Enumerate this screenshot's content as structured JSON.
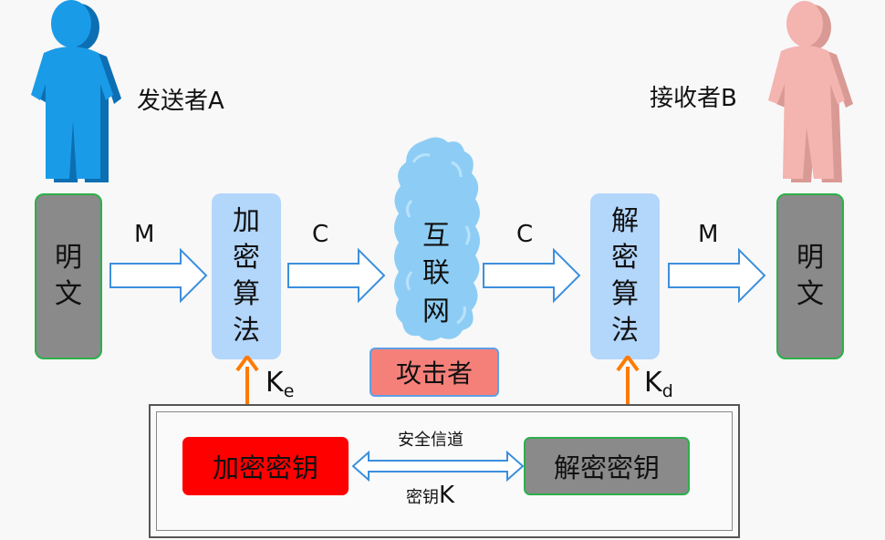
{
  "sender": {
    "label": "发送者A",
    "color": "#1a9be8"
  },
  "receiver": {
    "label": "接收者B",
    "color": "#f4b4b0"
  },
  "plaintext_left": "明文",
  "plaintext_right": "明文",
  "encrypt_algo": "加密算法",
  "decrypt_algo": "解密算法",
  "internet": "互联网",
  "attacker": "攻击者",
  "arrows": {
    "m_left": "M",
    "c_left": "C",
    "c_right": "C",
    "m_right": "M"
  },
  "key_e": {
    "base": "K",
    "sub": "e"
  },
  "key_d": {
    "base": "K",
    "sub": "d"
  },
  "encrypt_key": "加密密钥",
  "decrypt_key": "解密密钥",
  "channel_top": "安全信道",
  "channel_bottom": "密钥K",
  "colors": {
    "plaintext_fill": "#8a8a8a",
    "plaintext_border": "#2db04b",
    "algo_fill": "#b3d6fb",
    "cloud_fill": "#8dcdf5",
    "attacker_fill": "#f5807a",
    "encrypt_key_fill": "#ff0000",
    "key_arrow": "#ff7a00",
    "flow_arrow_border": "#3c8fdc"
  }
}
